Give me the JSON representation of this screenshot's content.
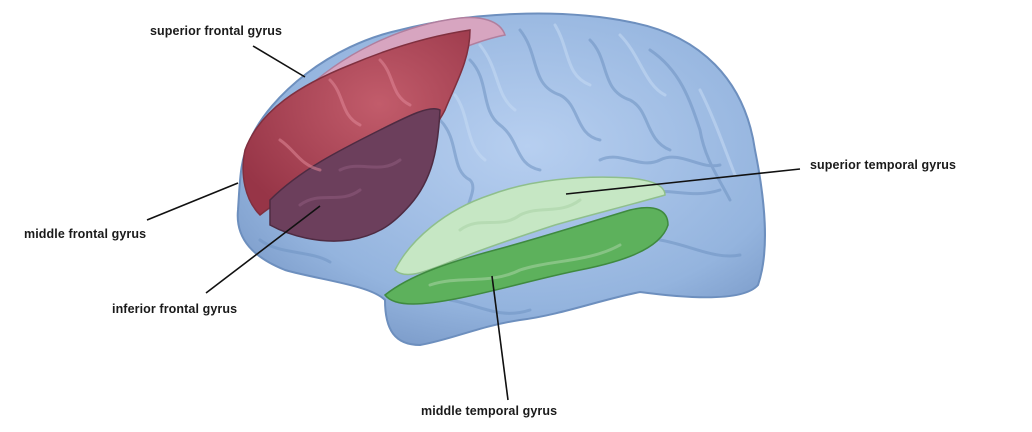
{
  "labels": {
    "superior_frontal": "superior frontal gyrus",
    "middle_frontal": "middle frontal gyrus",
    "inferior_frontal": "inferior frontal gyrus",
    "superior_temporal": "superior temporal gyrus",
    "middle_temporal": "middle temporal gyrus"
  },
  "colors": {
    "cortex": "#9ab9e0",
    "cortex_ridge": "#b9d1ef",
    "cortex_sulcus": "#6f93c2",
    "superior_frontal": "#b8505e",
    "middle_frontal": "#a33d52",
    "inferior_frontal": "#6b3e5a",
    "top_pink": "#d8a9c3",
    "superior_temporal": "#c7e6c4",
    "middle_temporal": "#5cb35a"
  }
}
